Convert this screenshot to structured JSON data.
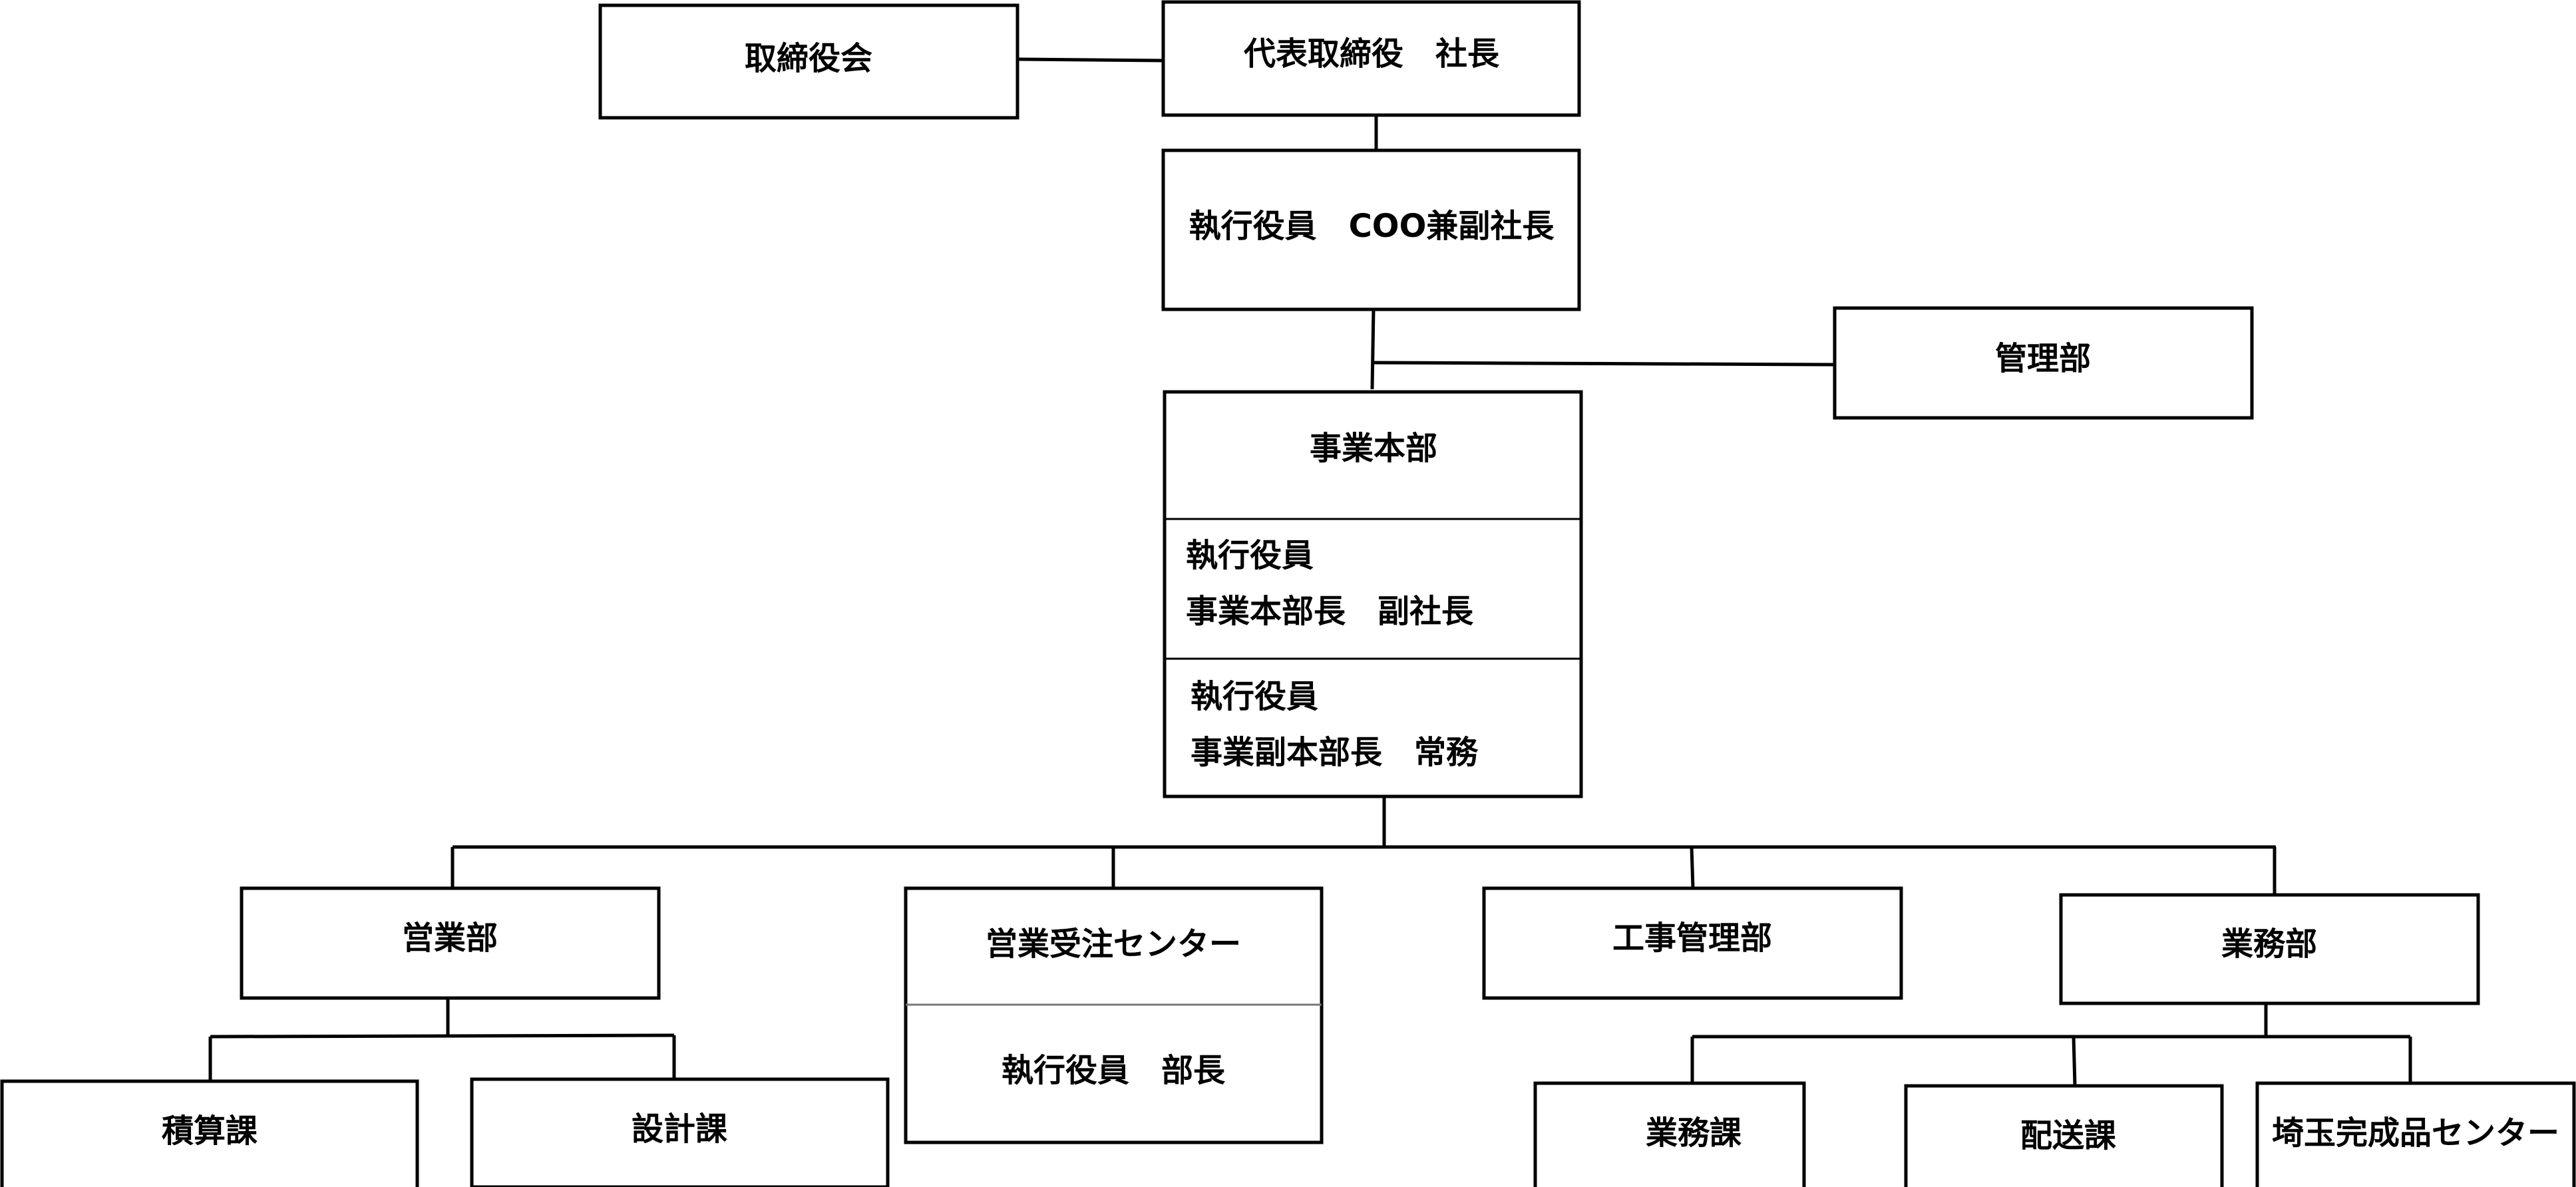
{
  "org": {
    "board": "取締役会",
    "president": "代表取締役　社長",
    "coo": "執行役員　COO兼副社長",
    "admin": "管理部",
    "hq": {
      "title": "事業本部",
      "head_line1": "執行役員",
      "head_line2": "事業本部長　副社長",
      "deputy_line1": "執行役員",
      "deputy_line2": "事業副本部長　常務"
    },
    "sales": "営業部",
    "estimation": "積算課",
    "design": "設計課",
    "order_center": {
      "title": "営業受注センター",
      "head": "執行役員　部長"
    },
    "construction": "工事管理部",
    "operations": "業務部",
    "ops_section": "業務課",
    "delivery": "配送課",
    "saitama": "埼玉完成品センター"
  }
}
